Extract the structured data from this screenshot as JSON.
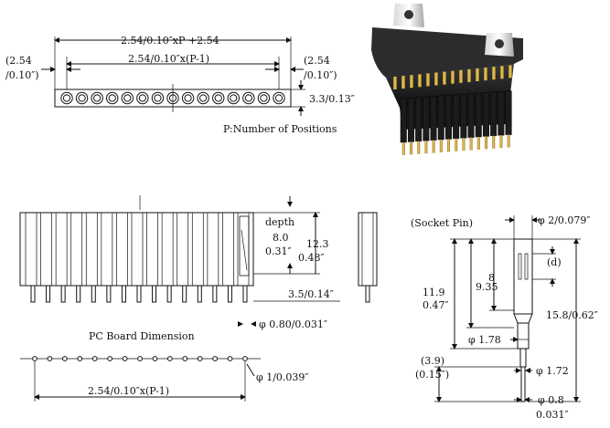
{
  "top_view": {
    "overall_dim": "2.54/0.10″xP +2.54",
    "pitch_dim": "2.54/0.10″x(P-1)",
    "left_margin_mm": "(2.54",
    "left_margin_in": "/0.10″)",
    "right_margin_mm": "(2.54",
    "right_margin_in": "/0.10″)",
    "height_dim": "3.3/0.13″",
    "positions_note": "P:Number of Positions",
    "hole_count": 15
  },
  "side_view": {
    "depth_label": "depth",
    "depth_mm": "8.0",
    "depth_in": "0.31″",
    "height_mm": "12.3",
    "height_in": "0.48″",
    "tail_dim": "3.5/0.14″",
    "pin_dia": "φ 0.80/0.031″",
    "pin_count": 15
  },
  "pcb": {
    "title": "PC Board Dimension",
    "hole_dia": "φ 1/0.039″",
    "pitch_dim": "2.54/0.10″x(P-1)",
    "hole_count": 15
  },
  "socket_pin": {
    "title": "(Socket Pin)",
    "top_dia": "φ 2/0.079″",
    "d_label": "(d)",
    "len_mm": "11.9",
    "len_in": "0.47″",
    "inner_mm": "9.35",
    "inner_small": "8",
    "total": "15.8/0.62″",
    "shoulder_dia": "φ 1.78",
    "tail_mm": "(3.9)",
    "tail_in": "(0.15″)",
    "neck_dia": "φ 1.72",
    "tip_dia": "φ 0.8",
    "tip_in": "0.031″"
  }
}
